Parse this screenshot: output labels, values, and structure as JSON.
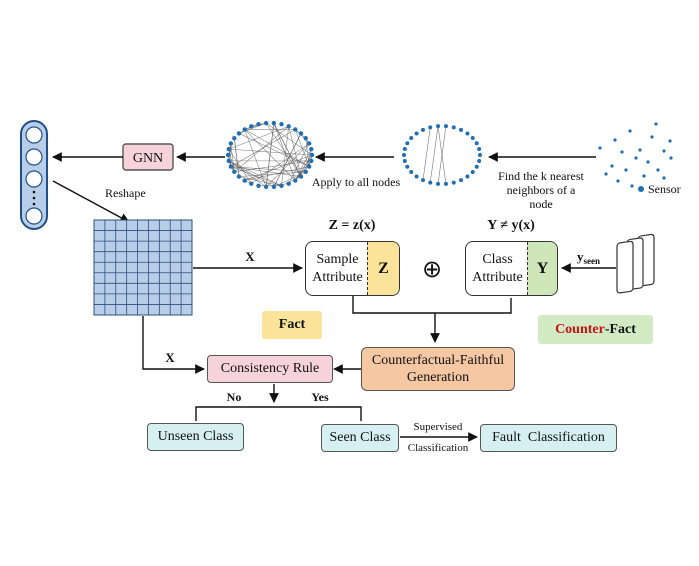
{
  "nodes": {
    "gnn": "GNN",
    "reshape": "Reshape",
    "apply_all": "Apply to all nodes",
    "knn": [
      "Find the k nearest",
      "neighbors of a",
      "node"
    ],
    "sensor": "Sensor",
    "x_top": "X",
    "x_bottom": "X",
    "z_eq": "Z = z(x)",
    "y_neq": "Y ≠ y(x)",
    "oplus": "⊕",
    "sample_attr": [
      "Sample",
      "Attribute"
    ],
    "sample_sym": "Z",
    "class_attr": [
      "Class",
      "Attribute"
    ],
    "class_sym": "Y",
    "y_seen_main": "y",
    "y_seen_sub": "seen",
    "fact": "Fact",
    "counter_red": "Counter",
    "counter_black": "-Fact",
    "cf_gen": [
      "Counterfactual-Faithful",
      "Generation"
    ],
    "consistency": "Consistency Rule",
    "no": "No",
    "yes": "Yes",
    "unseen": "Unseen Class",
    "seen": "Seen Class",
    "supervised": "Supervised",
    "classification": "Classification",
    "fault": "Fault  Classification"
  },
  "colors": {
    "pink": "#f6d3da",
    "cyan": "#d6f0f1",
    "orange": "#f5c7a3",
    "yellow": "#fbe49a",
    "green": "#cfe6b8",
    "grid_blue": "#b7cde8",
    "node_blue": "#1f6fb2",
    "counter_red": "#cc1111"
  }
}
